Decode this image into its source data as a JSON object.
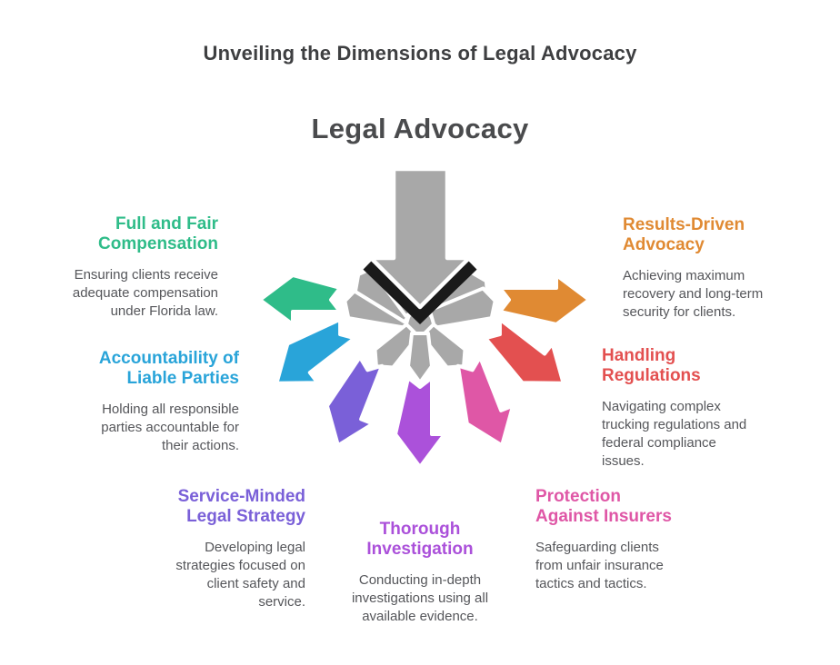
{
  "header": {
    "title": "Unveiling the Dimensions of Legal Advocacy",
    "center_label": "Legal Advocacy",
    "title_color": "#3e3f41",
    "center_label_color": "#4a4b4d"
  },
  "text_colors": {
    "description_gray": "#55565a"
  },
  "graphic": {
    "gray": "#a8a8a8",
    "outline": "#ffffff",
    "gap_color": "#1a1a1a"
  },
  "sections": [
    {
      "id": "full-fair-compensation",
      "heading": "Full and Fair\nCompensation",
      "description": "Ensuring clients receive\nadequate compensation\nunder Florida law.",
      "color": "#2fbc89",
      "align": "right"
    },
    {
      "id": "results-driven-advocacy",
      "heading": "Results-Driven\nAdvocacy",
      "description": "Achieving maximum\nrecovery and long-term\nsecurity for clients.",
      "color": "#e08a33",
      "align": "left"
    },
    {
      "id": "accountability-of-liable-parties",
      "heading": "Accountability of\nLiable Parties",
      "description": "Holding all responsible\nparties accountable for\ntheir actions.",
      "color": "#29a4d9",
      "align": "right"
    },
    {
      "id": "handling-regulations",
      "heading": "Handling\nRegulations",
      "description": "Navigating complex\ntrucking regulations and\nfederal compliance\nissues.",
      "color": "#e35050",
      "align": "left"
    },
    {
      "id": "service-minded-legal-strategy",
      "heading": "Service-Minded\nLegal Strategy",
      "description": "Developing legal\nstrategies focused on\nclient safety and\nservice.",
      "color": "#7a60d8",
      "align": "right"
    },
    {
      "id": "thorough-investigation",
      "heading": "Thorough\nInvestigation",
      "description": "Conducting in-depth\ninvestigations using all\navailable evidence.",
      "color": "#ab51da",
      "align": "center"
    },
    {
      "id": "protection-against-insurers",
      "heading": "Protection\nAgainst Insurers",
      "description": "Safeguarding clients\nfrom unfair insurance\ntactics and tactics.",
      "color": "#df57a6",
      "align": "left"
    }
  ]
}
